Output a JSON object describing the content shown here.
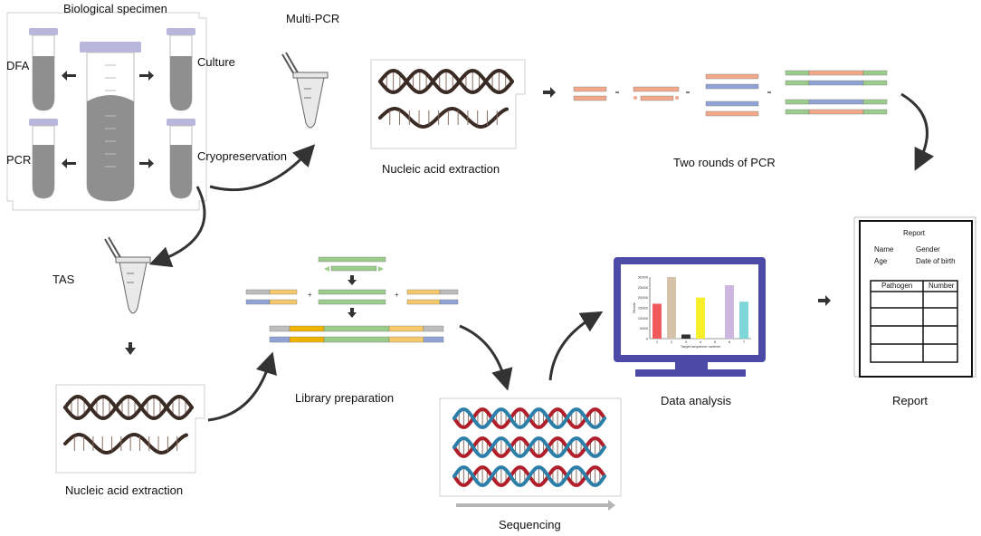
{
  "labels": {
    "biological_specimen": "Biological specimen",
    "dfa": "DFA",
    "culture": "Culture",
    "pcr": "PCR",
    "cryopreservation": "Cryopreservation",
    "multi_pcr": "Multi-PCR",
    "tas": "TAS",
    "nucleic_acid_extraction_top": "Nucleic acid extraction",
    "two_rounds_pcr": "Two rounds of PCR",
    "nucleic_acid_extraction_bottom": "Nucleic acid extraction",
    "library_preparation": "Library preparation",
    "sequencing": "Sequencing",
    "data_analysis": "Data analysis",
    "report": "Report"
  },
  "report_form": {
    "title": "Report",
    "name": "Name",
    "gender": "Gender",
    "age": "Age",
    "dob": "Date of birth",
    "col_pathogen": "Pathogen",
    "col_number": "Number"
  },
  "colors": {
    "tube_cap": "#b9b6dc",
    "tube_fill": "#8f8f8f",
    "dna": "#3b2b25",
    "seq_red": "#b01f2a",
    "seq_blue": "#2c7fa8",
    "seg_orange": "#f2a98b",
    "seg_green": "#9ccc8c",
    "seg_blue": "#8fa3d6",
    "seg_yellow": "#f5c96a",
    "seg_gray": "#bdbdbd",
    "monitor": "#4b4aa6",
    "arrow": "#333333"
  },
  "chart_data": {
    "type": "bar",
    "categories": [
      "1",
      "2",
      "3",
      "4",
      "5",
      "6",
      "7"
    ],
    "values": [
      17000,
      30000,
      2000,
      20000,
      0,
      26000,
      18000
    ],
    "bar_colors": [
      "#f05a5a",
      "#d6c2a8",
      "#2f2f2f",
      "#f7ef2a",
      "#cccccc",
      "#cdb6e0",
      "#7fd6d9"
    ],
    "ylim": [
      0,
      30000
    ],
    "yticks": [
      "0",
      "5000",
      "10000",
      "15000",
      "20000",
      "25000",
      "30000"
    ],
    "xlabel": "Target sequence number",
    "ylabel": "Reads"
  }
}
